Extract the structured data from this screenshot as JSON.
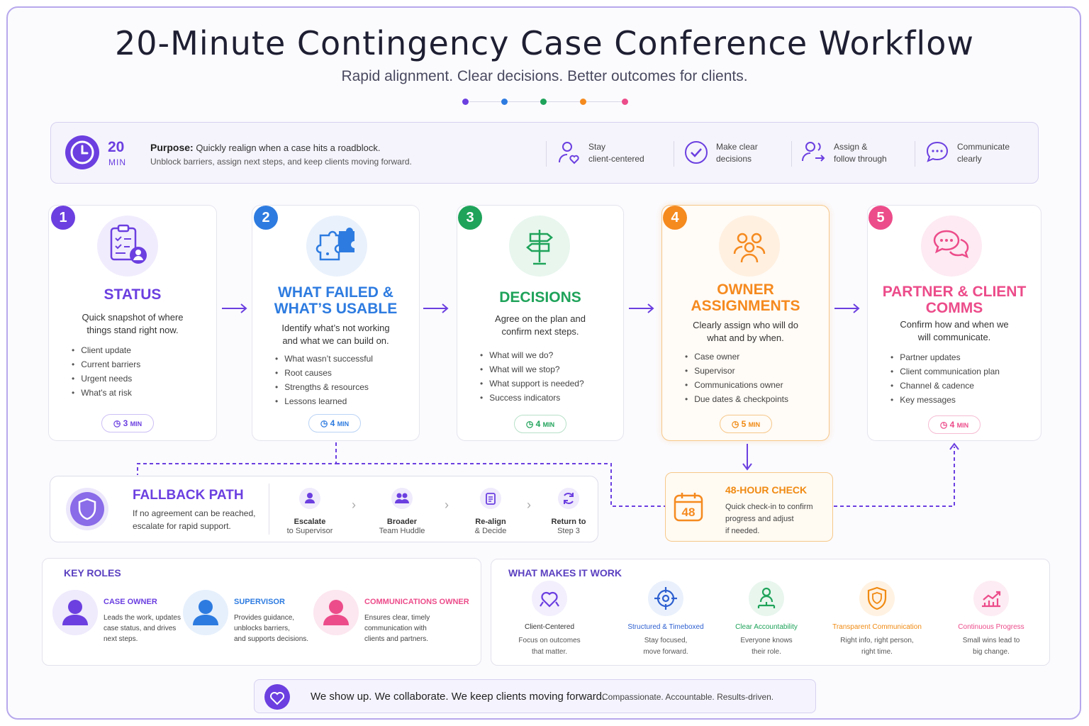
{
  "header": {
    "title": "20-Minute Contingency Case Conference Workflow",
    "subtitle": "Rapid alignment. Clear decisions. Better outcomes for clients.",
    "dot_colors": [
      "#6b3fe0",
      "#2d7be0",
      "#1fa35a",
      "#f58a1f",
      "#ec4c8a"
    ]
  },
  "purpose": {
    "minutes": "20",
    "min_label": "MIN",
    "label": "Purpose:",
    "line1": "Quickly realign when a case hits a roadblock.",
    "line2": "Unblock barriers, assign next steps, and keep clients moving forward.",
    "values": [
      {
        "icon": "person-heart-icon",
        "text": "Stay\nclient-centered"
      },
      {
        "icon": "check-circle-icon",
        "text": "Make clear\ndecisions"
      },
      {
        "icon": "person-arrow-icon",
        "text": "Assign &\nfollow through"
      },
      {
        "icon": "chat-bubble-icon",
        "text": "Communicate\nclearly"
      }
    ]
  },
  "steps": [
    {
      "num": "1",
      "color": "#6b3fe0",
      "icon": "clipboard-person-icon",
      "title": "STATUS",
      "desc": "Quick snapshot of where\nthings stand right now.",
      "items": [
        "Client update",
        "Current barriers",
        "Urgent needs",
        "What's at risk"
      ],
      "minutes": "3",
      "min_label": "MIN"
    },
    {
      "num": "2",
      "color": "#2d7be0",
      "icon": "puzzle-icon",
      "title": "WHAT FAILED &\nWHAT’S USABLE",
      "desc": "Identify what’s not working\nand what we can build on.",
      "items": [
        "What wasn’t successful",
        "Root causes",
        "Strengths & resources",
        "Lessons learned"
      ],
      "minutes": "4",
      "min_label": "MIN"
    },
    {
      "num": "3",
      "color": "#1fa35a",
      "icon": "signpost-icon",
      "title": "DECISIONS",
      "desc": "Agree on the plan and\nconfirm next steps.",
      "items": [
        "What will we do?",
        "What will we stop?",
        "What support is needed?",
        "Success indicators"
      ],
      "minutes": "4",
      "min_label": "MIN"
    },
    {
      "num": "4",
      "color": "#f58a1f",
      "icon": "team-icon",
      "title": "OWNER\nASSIGNMENTS",
      "desc": "Clearly assign who will do\nwhat and by when.",
      "items": [
        "Case owner",
        "Supervisor",
        "Communications owner",
        "Due dates & checkpoints"
      ],
      "minutes": "5",
      "min_label": "MIN"
    },
    {
      "num": "5",
      "color": "#ec4c8a",
      "icon": "chat-bubbles-icon",
      "title": "PARTNER & CLIENT\nCOMMS",
      "desc": "Confirm how and when we\nwill communicate.",
      "items": [
        "Partner updates",
        "Client communication plan",
        "Channel & cadence",
        "Key messages"
      ],
      "minutes": "4",
      "min_label": "MIN"
    }
  ],
  "fallback": {
    "title": "FALLBACK PATH",
    "desc": "If no agreement can be reached,\nescalate for rapid support.",
    "steps": [
      {
        "icon": "person-icon",
        "l1": "Escalate",
        "l2": "to Supervisor"
      },
      {
        "icon": "group-icon",
        "l1": "Broader",
        "l2": "Team Huddle"
      },
      {
        "icon": "clipboard-icon",
        "l1": "Re-align",
        "l2": "& Decide"
      },
      {
        "icon": "refresh-icon",
        "l1": "Return to",
        "l2": "Step 3"
      }
    ]
  },
  "check": {
    "icon_text": "48",
    "title": "48-HOUR CHECK",
    "desc": "Quick check-in to confirm\nprogress and adjust\nif needed."
  },
  "roles": {
    "title": "KEY ROLES",
    "items": [
      {
        "title": "CASE OWNER",
        "color": "#6b3fe0",
        "desc": "Leads the work, updates\ncase status, and drives\nnext steps."
      },
      {
        "title": "SUPERVISOR",
        "color": "#2d7be0",
        "desc": "Provides guidance,\nunblocks barriers,\nand supports decisions."
      },
      {
        "title": "COMMUNICATIONS OWNER",
        "color": "#ec4c8a",
        "desc": "Ensures clear, timely\ncommunication with\nclients and partners."
      }
    ]
  },
  "works": {
    "title": "WHAT MAKES IT WORK",
    "items": [
      {
        "icon": "hands-heart-icon",
        "title": "Client-Centered",
        "color": "#333333",
        "desc": "Focus on outcomes\nthat matter."
      },
      {
        "icon": "target-icon",
        "title": "Structured & Timeboxed",
        "color": "#2d5fd0",
        "desc": "Stay focused,\nmove forward."
      },
      {
        "icon": "people-network-icon",
        "title": "Clear Accountability",
        "color": "#1fa35a",
        "desc": "Everyone knows\ntheir role."
      },
      {
        "icon": "shield-icon",
        "title": "Transparent Communication",
        "color": "#f08a12",
        "desc": "Right info, right person,\nright time."
      },
      {
        "icon": "chart-up-icon",
        "title": "Continuous Progress",
        "color": "#ec4c8a",
        "desc": "Small wins lead to\nbig change."
      }
    ]
  },
  "footer": {
    "main": "We show up. We collaborate. We keep clients moving forward.",
    "sub": "Compassionate. Accountable. Results-driven."
  }
}
